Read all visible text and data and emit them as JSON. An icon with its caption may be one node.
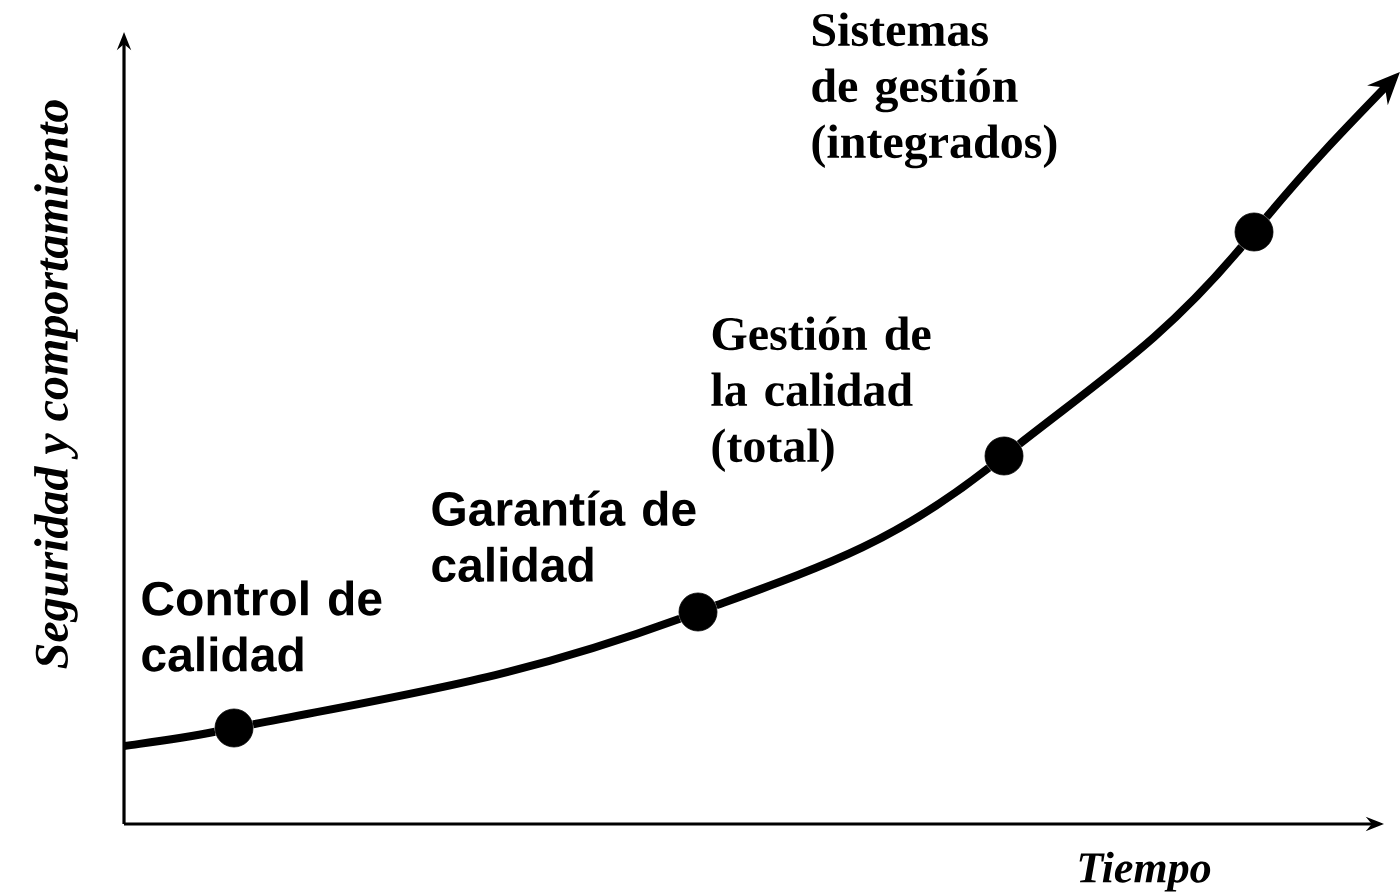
{
  "diagram": {
    "nodes": [
      {
        "text": [],
        "shape": "circle",
        "beside": [
          "Control de calidad"
        ]
      },
      {
        "text": [],
        "shape": "circle",
        "beside": [
          "Garantía de calidad"
        ]
      },
      {
        "text": [],
        "shape": "circle",
        "beside": [
          "Gestión de la calidad (total)"
        ]
      },
      {
        "text": [],
        "shape": "circle",
        "beside": [
          "Sistemas de gestión (integrados)"
        ]
      }
    ],
    "edges": [
      {
        "from": null,
        "to": 0,
        "arrow": "none"
      },
      {
        "from": 0,
        "to": 1,
        "arrow": "none"
      },
      {
        "from": 1,
        "to": 2,
        "arrow": "none"
      },
      {
        "from": 2,
        "to": 3,
        "arrow": "none"
      },
      {
        "from": 3,
        "to": null,
        "arrow": "to"
      }
    ],
    "labels": [
      "Seguridad y comportamiento",
      "Tiempo"
    ]
  }
}
